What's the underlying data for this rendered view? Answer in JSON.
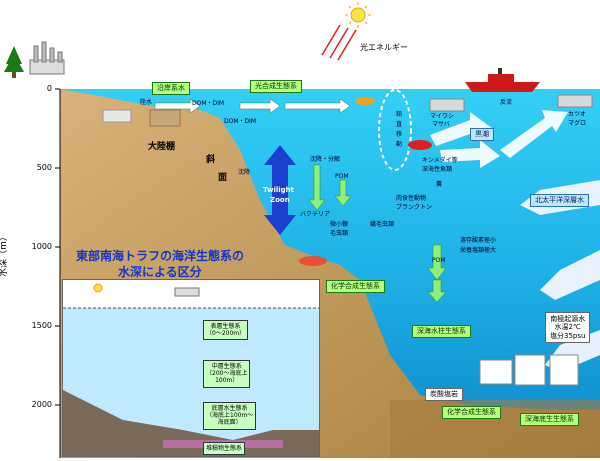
{
  "energy_label": "光エネルギー",
  "depth_axis": {
    "title": "水深（m）",
    "ticks": [
      "0",
      "500",
      "1000",
      "1500",
      "2000"
    ]
  },
  "zone_tags": {
    "coastal": "沿岸系水",
    "photosynthetic": "光合成生態系",
    "kuroshio": "黒潮",
    "north_pacific": "北太平洋深層水",
    "chemosynthetic": "化学合成生態系",
    "deep_water_column": "深海水柱生態系",
    "deep_bottom": "深海底生生態系",
    "chemo_bottom": "化学合成生態系",
    "carbonate": "炭酸塩岩",
    "antarctic": [
      "南極起源水",
      "水温2℃",
      "塩分35psu"
    ]
  },
  "labels": {
    "land_water": "陸水",
    "dom_dim_1": "DOM・DIM",
    "dom_dim_2": "DOM・DIM",
    "shelf": "大陸棚",
    "slope_1": "斜",
    "slope_2": "面",
    "sink_1": "沈降",
    "sink_2": "沈降・分解",
    "pom_1": "POM",
    "pom_2": "POM",
    "twilight_1": "Twilight",
    "twilight_2": "Zoon",
    "bacteria": "バクテリア",
    "vertical_1": "鉛",
    "vertical_2": "直",
    "vertical_3": "移",
    "vertical_4": "動",
    "sardine": "マイワシ",
    "mackerel": "マサバ",
    "counter_current": "反流",
    "tuna_1": "カツオ",
    "tuna_2": "マグロ",
    "deep_fish_1": "キンメダイ等",
    "deep_fish_2": "深海性魚類",
    "feces": "糞",
    "carnivorous_1": "肉食性動物",
    "carnivorous_2": "プランクトン",
    "tiny_flagellates_1": "微小鞭",
    "tiny_flagellates_2": "毛虫類",
    "ciliates": "繊毛虫類",
    "low_oxygen_1": "溶存酸素極小",
    "low_oxygen_2": "栄養塩類極大"
  },
  "title": [
    "東部南海トラフの海洋生態系の",
    "水深による区分"
  ],
  "inset": {
    "zones": [
      [
        "表層生態系",
        "（0～200m）"
      ],
      [
        "中層生態系",
        "（200～海底上",
        "100m）"
      ],
      [
        "底層水生態系",
        "（海底上100m～",
        "海底面）"
      ],
      [
        "堆積物生態系"
      ]
    ]
  },
  "colors": {
    "sky": "#ffffff",
    "water_top": "#27c6f0",
    "water_bottom": "#0f8fd0",
    "seafloor": "#c9a060",
    "tag_green": "#b6ff7a",
    "title_blue": "#1433c8",
    "twilight_blue": "#1d3fd0",
    "arrow_white": "#f2f6ff"
  }
}
